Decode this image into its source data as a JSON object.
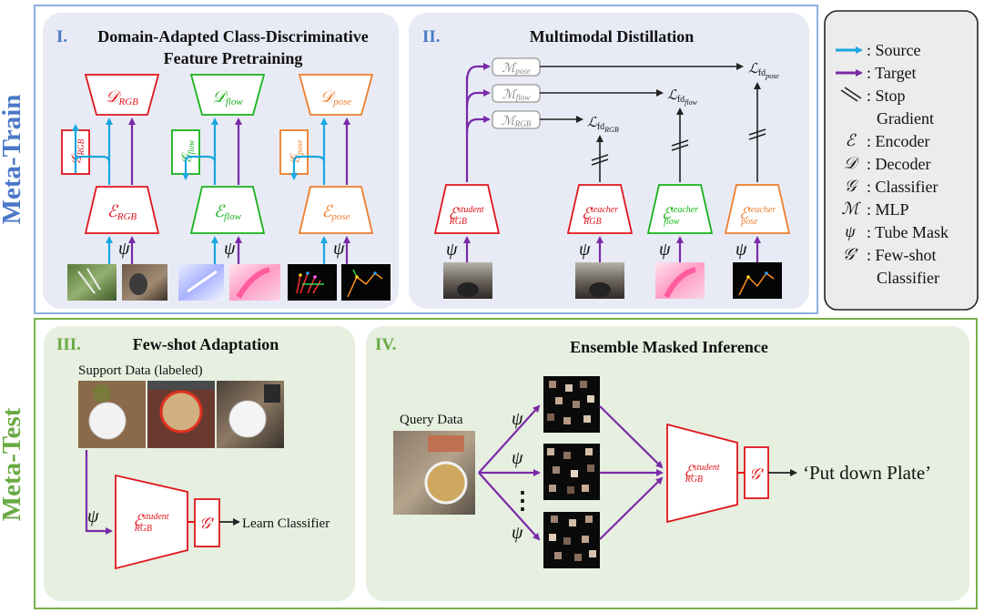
{
  "colors": {
    "rgb": "#e0141c",
    "flow": "#17b21a",
    "pose": "#ee7d2b",
    "source_arrow": "#1aa6e0",
    "target_arrow": "#7a2aa8",
    "train_label": "#4a78c8",
    "test_label": "#6aaa44",
    "train_border": "#8fb0e0",
    "test_border": "#7ab04a",
    "train_panel": "#e8ebf5",
    "test_panel": "#e6efe0"
  },
  "meta_train_label": "Meta-Train",
  "meta_test_label": "Meta-Test",
  "panel1": {
    "numeral": "I.",
    "title_line1": "Domain-Adapted Class-Discriminative",
    "title_line2": "Feature Pretraining",
    "decoder_rgb": {
      "sym": "𝒟",
      "sub": "RGB"
    },
    "decoder_flow": {
      "sym": "𝒟",
      "sub": "flow"
    },
    "decoder_pose": {
      "sym": "𝒟",
      "sub": "pose"
    },
    "classifier_rgb": {
      "sym": "𝒢",
      "sub": "RGB"
    },
    "classifier_flow": {
      "sym": "𝒢",
      "sub": "flow"
    },
    "classifier_pose": {
      "sym": "𝒢",
      "sub": "pose"
    },
    "encoder_rgb": {
      "sym": "ℰ",
      "sub": "RGB"
    },
    "encoder_flow": {
      "sym": "ℰ",
      "sub": "flow"
    },
    "encoder_pose": {
      "sym": "ℰ",
      "sub": "pose"
    },
    "psi": "ψ"
  },
  "panel2": {
    "numeral": "II.",
    "title": "Multimodal Distillation",
    "mlp_pose": {
      "sym": "ℳ",
      "sub": "pose"
    },
    "mlp_flow": {
      "sym": "ℳ",
      "sub": "flow"
    },
    "mlp_rgb": {
      "sym": "ℳ",
      "sub": "RGB"
    },
    "loss_pose": {
      "sym": "ℒ",
      "sub": "fd",
      "subsub": "pose"
    },
    "loss_flow": {
      "sym": "ℒ",
      "sub": "fd",
      "subsub": "flow"
    },
    "loss_rgb": {
      "sym": "ℒ",
      "sub": "fd",
      "subsub": "RGB"
    },
    "student": {
      "sym": "ℰ",
      "sup": "student",
      "sub": "RGB"
    },
    "teacher_rgb": {
      "sym": "ℰ",
      "sup": "teacher",
      "sub": "RGB"
    },
    "teacher_flow": {
      "sym": "ℰ",
      "sup": "teacher",
      "sub": "flow"
    },
    "teacher_pose": {
      "sym": "ℰ",
      "sup": "teacher",
      "sub": "pose"
    },
    "psi": "ψ"
  },
  "legend": [
    {
      "icon": "source-arrow",
      "text": ": Source"
    },
    {
      "icon": "target-arrow",
      "text": ": Target"
    },
    {
      "icon": "stop-gradient",
      "text": ": Stop",
      "text2": "Gradient"
    },
    {
      "icon": "ℰ",
      "text": ": Encoder"
    },
    {
      "icon": "𝒟",
      "text": ": Decoder"
    },
    {
      "icon": "𝒢",
      "text": ": Classifier"
    },
    {
      "icon": "ℳ",
      "text": ": MLP"
    },
    {
      "icon": "ψ",
      "text": ": Tube Mask"
    },
    {
      "icon": "𝒢′",
      "text": ": Few-shot",
      "text2": "Classifier"
    }
  ],
  "panel3": {
    "numeral": "III.",
    "title": "Few-shot Adaptation",
    "support_label": "Support Data (labeled)",
    "student": {
      "sym": "ℰ",
      "sup": "student",
      "sub": "RGB"
    },
    "fewshot": "𝒢′",
    "learn_label": "Learn Classifier",
    "psi": "ψ"
  },
  "panel4": {
    "numeral": "IV.",
    "title": "Ensemble Masked Inference",
    "query_label": "Query Data",
    "student": {
      "sym": "ℰ",
      "sup": "student",
      "sub": "RGB"
    },
    "fewshot": "𝒢′",
    "output_label": "‘Put down Plate’",
    "psi": "ψ",
    "dots": "⋮"
  }
}
